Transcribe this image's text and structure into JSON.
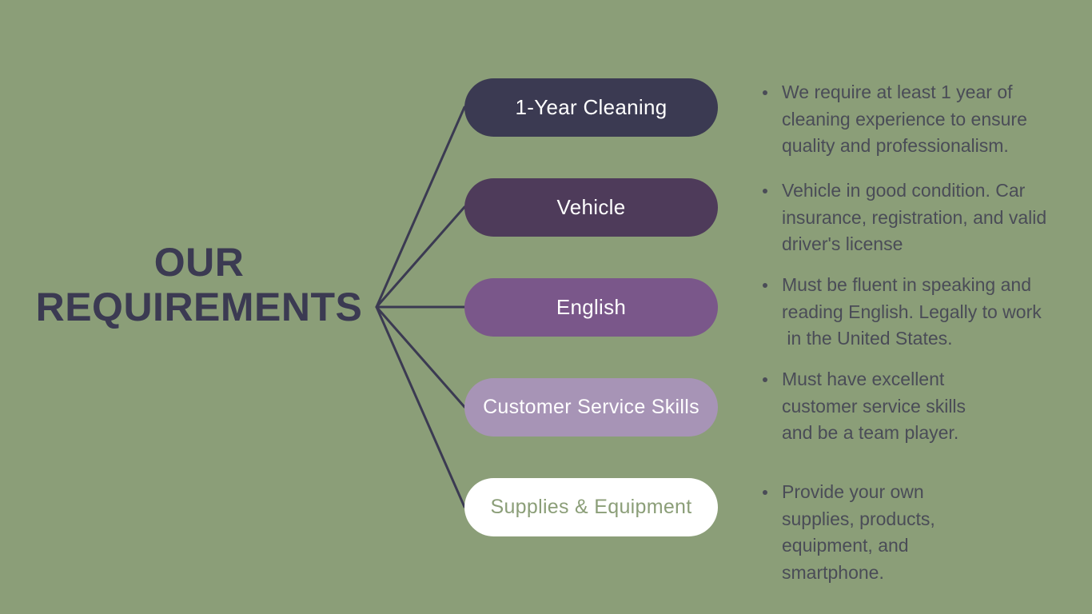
{
  "title": {
    "line1": "OUR",
    "line2": "REQUIREMENTS"
  },
  "colors": {
    "background": "#8b9e78",
    "title": "#3b3a52",
    "connector": "#3b3a52",
    "text": "#4a4c57"
  },
  "requirements": [
    {
      "label": "1-Year Cleaning",
      "fill": "#3b3a52",
      "text_color": "#ffffff",
      "description": [
        "We require at least 1 year of",
        "cleaning experience to ensure",
        "quality and professionalism."
      ]
    },
    {
      "label": "Vehicle",
      "fill": "#4e3b5a",
      "text_color": "#ffffff",
      "description": [
        "Vehicle in good condition. Car",
        "insurance, registration, and valid",
        "driver's license"
      ]
    },
    {
      "label": "English",
      "fill": "#7a578a",
      "text_color": "#ffffff",
      "description": [
        "Must be fluent in speaking and",
        "reading English. Legally to work",
        " in the United States."
      ]
    },
    {
      "label": "Customer Service Skills",
      "fill": "#a794b6",
      "text_color": "#ffffff",
      "description": [
        "Must have excellent",
        "customer service skills",
        "and be a team player."
      ]
    },
    {
      "label": "Supplies & Equipment",
      "fill": "#ffffff",
      "text_color": "#8b9e78",
      "description": [
        "Provide your own",
        "supplies, products,",
        "equipment, and",
        "smartphone."
      ]
    }
  ]
}
